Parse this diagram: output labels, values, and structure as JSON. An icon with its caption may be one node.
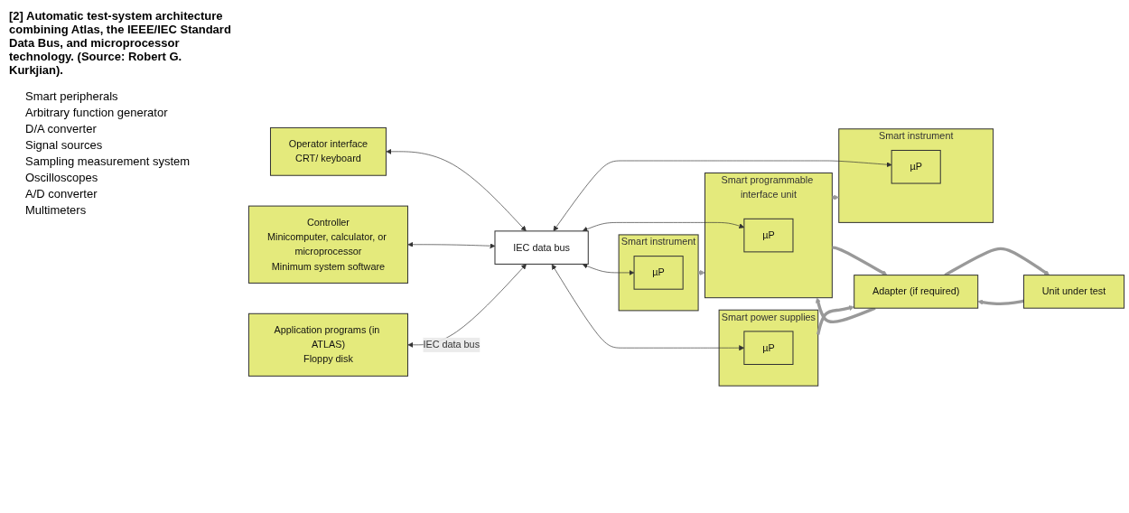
{
  "diagram": {
    "caption": "[2] Automatic test-system architecture combining Atlas, the IEEE/IEC Standard Data Bus, and microprocessor technology. (Source: Robert G. Kurkjian).",
    "nodes": [
      {
        "text": [
          "IEC data bus"
        ]
      },
      {
        "text": [
          "Operator interface",
          "CRT/ keyboard"
        ]
      },
      {
        "text": [
          "Controller",
          "Minicomputer, calculator, or microprocessor",
          "Minimum system software"
        ]
      },
      {
        "text": [
          "Application programs (in ATLAS)",
          "Floppy disk"
        ]
      },
      {
        "text": [
          "Smart instrument"
        ]
      },
      {
        "text": [
          "µP"
        ],
        "in": 4
      },
      {
        "text": [
          "Smart programmable interface unit"
        ]
      },
      {
        "text": [
          "µP"
        ],
        "in": 6
      },
      {
        "text": [
          "Smart instrument"
        ]
      },
      {
        "text": [
          "µP"
        ],
        "in": 8
      },
      {
        "text": [
          "Smart power supplies"
        ]
      },
      {
        "text": [
          "µP"
        ],
        "in": 10
      },
      {
        "text": [
          "Adapter (if required)"
        ]
      },
      {
        "text": [
          "Unit under test"
        ]
      }
    ],
    "edges": [
      {
        "from": 1,
        "to": 0,
        "arrow": "both"
      },
      {
        "from": 2,
        "to": 0,
        "arrow": "both"
      },
      {
        "from": 3,
        "to": 0,
        "arrow": "both",
        "label": "IEC data bus"
      },
      {
        "from": 5,
        "to": 0,
        "arrow": "both"
      },
      {
        "from": 7,
        "to": 0,
        "arrow": "both"
      },
      {
        "from": 9,
        "to": 0,
        "arrow": "both"
      },
      {
        "from": 11,
        "to": 0,
        "arrow": "both"
      },
      {
        "from": 4,
        "to": 6,
        "arrow": "to",
        "style": "thick",
        "color": "#999999"
      },
      {
        "from": 6,
        "to": 8,
        "arrow": "to",
        "style": "thick",
        "color": "#999999"
      },
      {
        "from": 6,
        "to": 12,
        "arrow": "to",
        "style": "thick",
        "color": "#999999"
      },
      {
        "from": 12,
        "to": 6,
        "arrow": "to",
        "style": "thick",
        "color": "#999999"
      },
      {
        "from": 12,
        "to": 13,
        "arrow": "to",
        "style": "thick",
        "color": "#999999"
      },
      {
        "from": 13,
        "to": 12,
        "arrow": "to",
        "style": "thick",
        "color": "#999999"
      },
      {
        "from": 10,
        "to": 12,
        "arrow": "to",
        "style": "thick",
        "color": "#999999"
      }
    ],
    "labels": [
      "Smart peripherals",
      "Arbitrary function generator",
      "D/A converter",
      "Signal sources",
      "Sampling measurement system",
      "Oscilloscopes",
      "A/D converter",
      "Multimeters"
    ]
  }
}
